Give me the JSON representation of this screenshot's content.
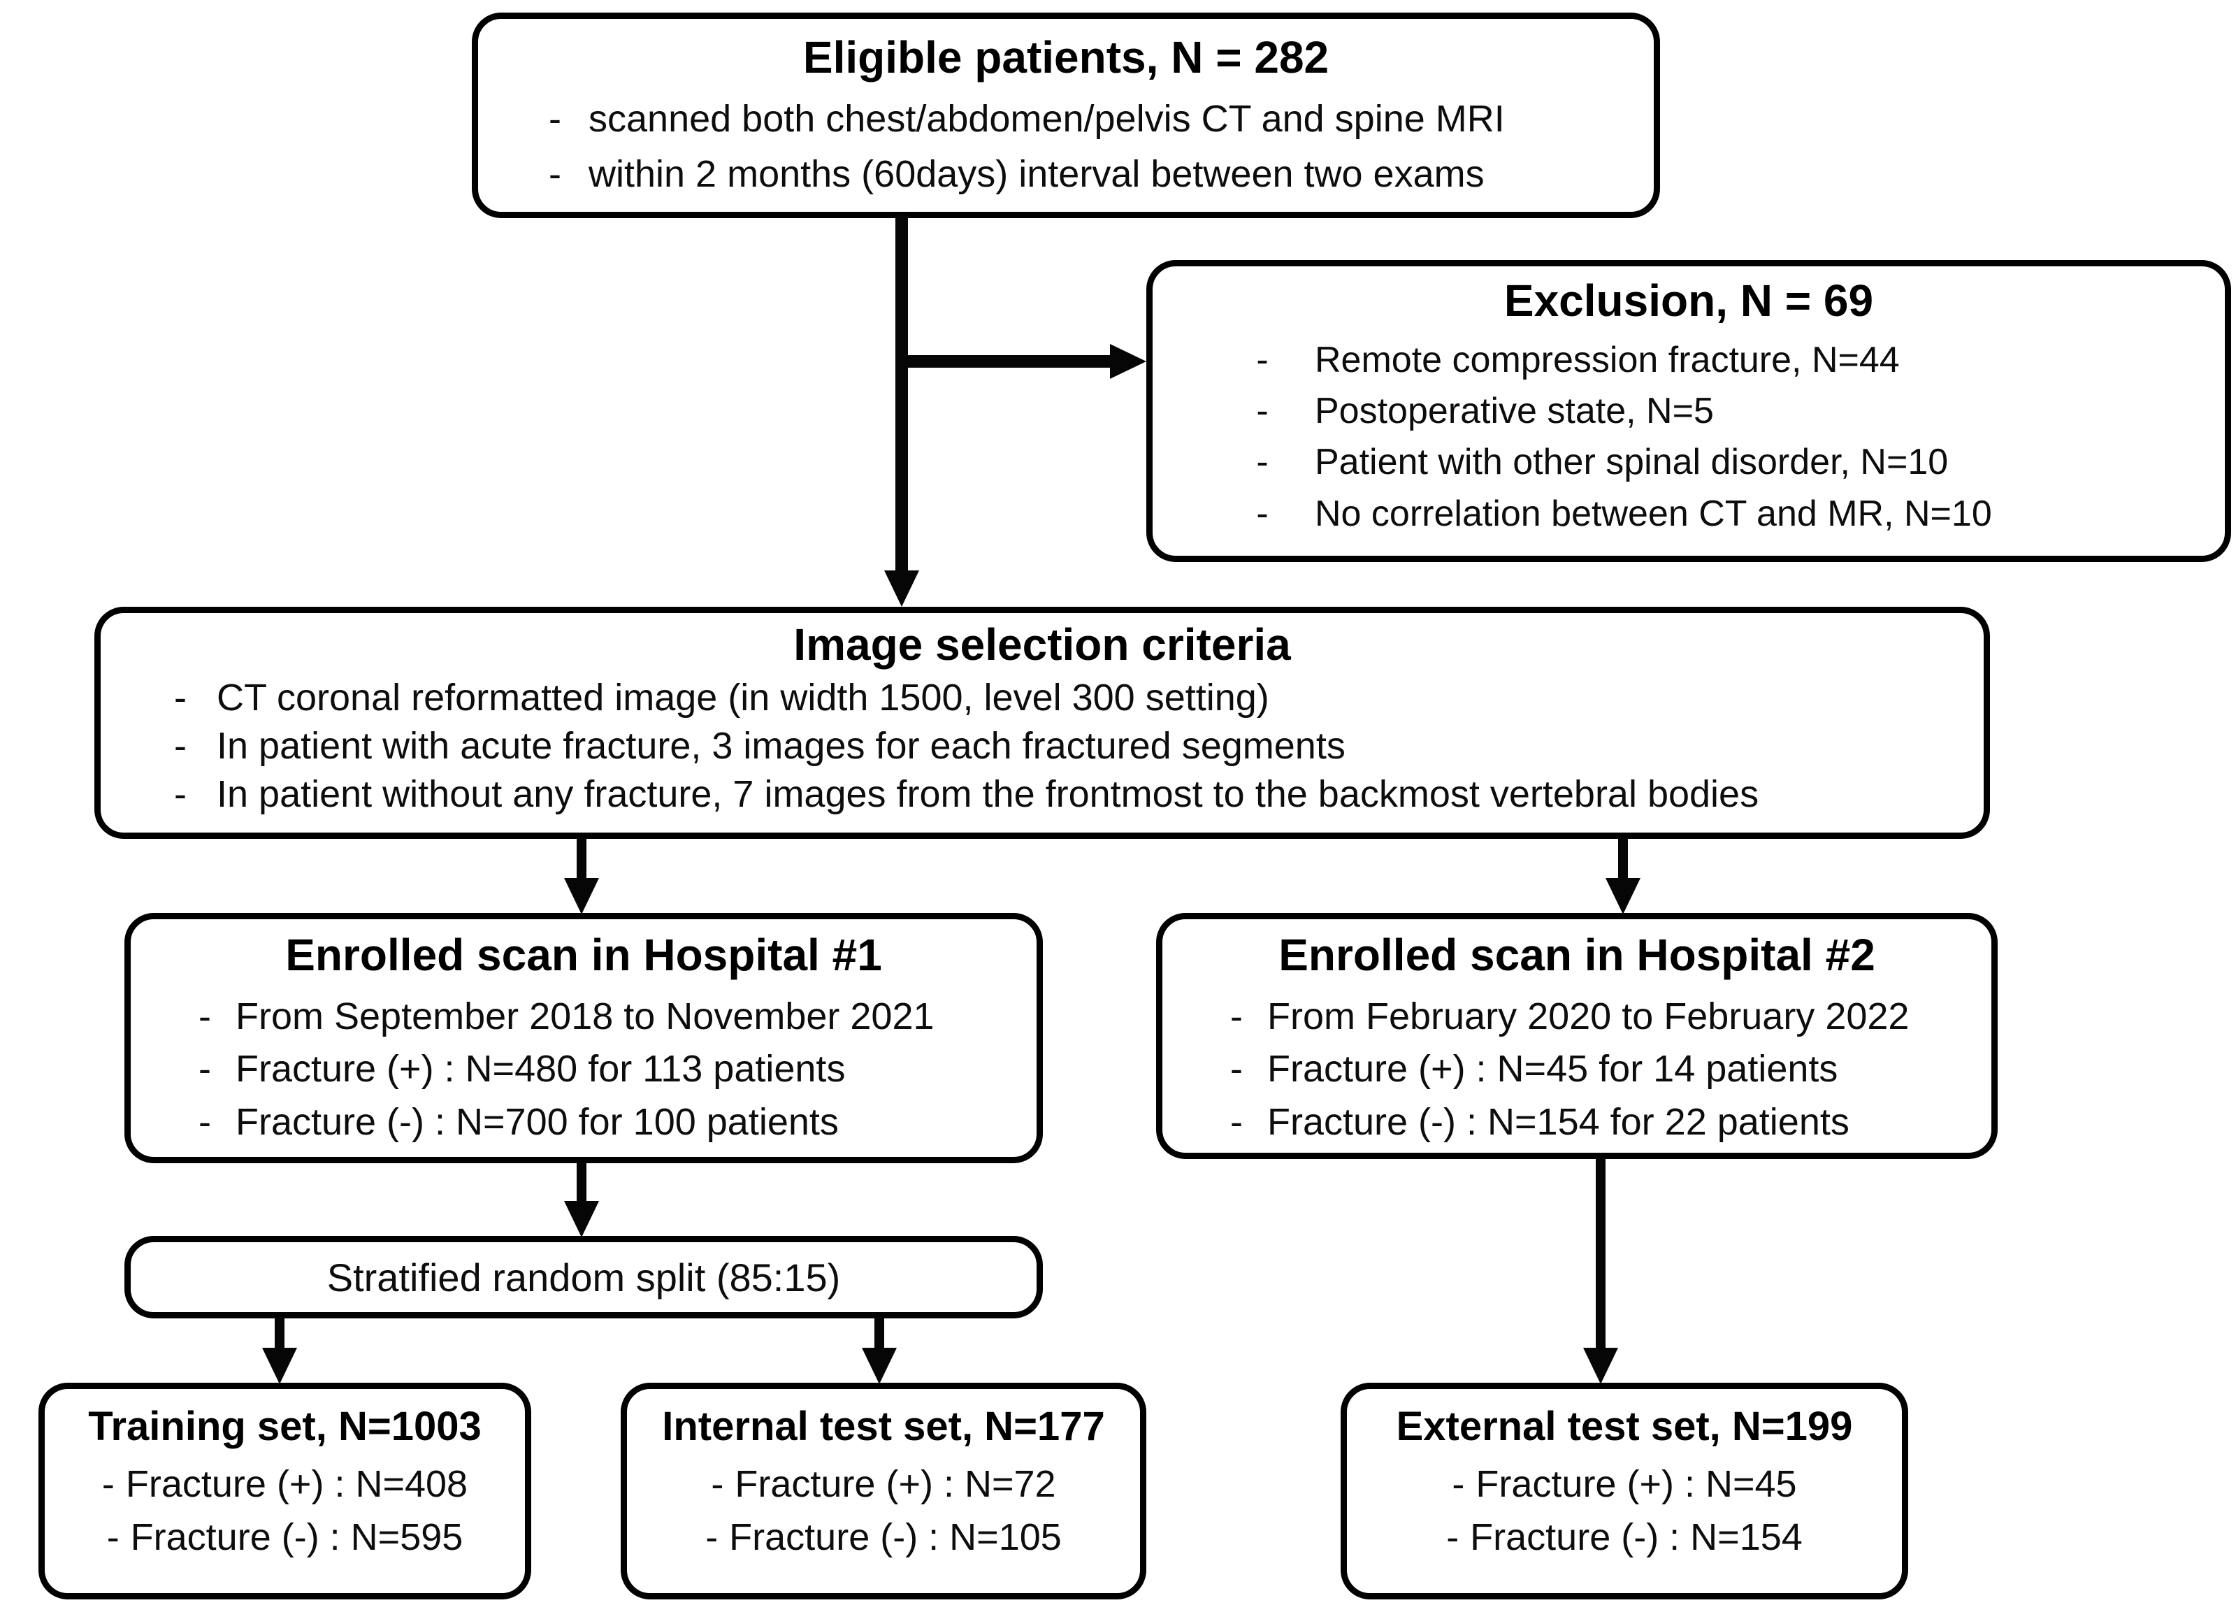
{
  "bullet_marker": "-",
  "colors": {
    "border": "#000000",
    "text": "#0d0d0d",
    "arrow": "#060606",
    "background": "#ffffff"
  },
  "boxes": {
    "eligible": {
      "title": "Eligible patients, N = 282",
      "items": [
        "scanned both chest/abdomen/pelvis CT and spine MRI",
        "within 2 months (60days) interval between two exams"
      ]
    },
    "exclusion": {
      "title": "Exclusion, N = 69",
      "items": [
        "Remote compression fracture, N=44",
        "Postoperative state, N=5",
        "Patient with other spinal disorder, N=10",
        "No correlation between CT and MR, N=10"
      ]
    },
    "selection": {
      "title": "Image selection criteria",
      "items": [
        "CT coronal reformatted image (in width 1500, level 300 setting)",
        "In patient with acute fracture, 3 images for each fractured segments",
        "In patient without any fracture, 7 images from the frontmost to the backmost vertebral bodies"
      ]
    },
    "hospital1": {
      "title": "Enrolled scan in Hospital #1",
      "items": [
        "From September 2018 to November 2021",
        "Fracture (+) : N=480 for 113 patients",
        "Fracture (-) : N=700 for 100 patients"
      ]
    },
    "hospital2": {
      "title": "Enrolled scan in Hospital #2",
      "items": [
        "From February 2020 to February 2022",
        "Fracture (+) : N=45 for 14 patients",
        "Fracture (-) : N=154 for 22 patients"
      ]
    },
    "split": {
      "title": "Stratified random split (85:15)"
    },
    "training": {
      "title": "Training set, N=1003",
      "items": [
        "Fracture (+) : N=408",
        "Fracture (-) : N=595"
      ]
    },
    "internal": {
      "title": "Internal test set, N=177",
      "items": [
        "Fracture (+) : N=72",
        "Fracture (-) : N=105"
      ]
    },
    "external": {
      "title": "External test set, N=199",
      "items": [
        "Fracture (+) : N=45",
        "Fracture (-) : N=154"
      ]
    }
  }
}
